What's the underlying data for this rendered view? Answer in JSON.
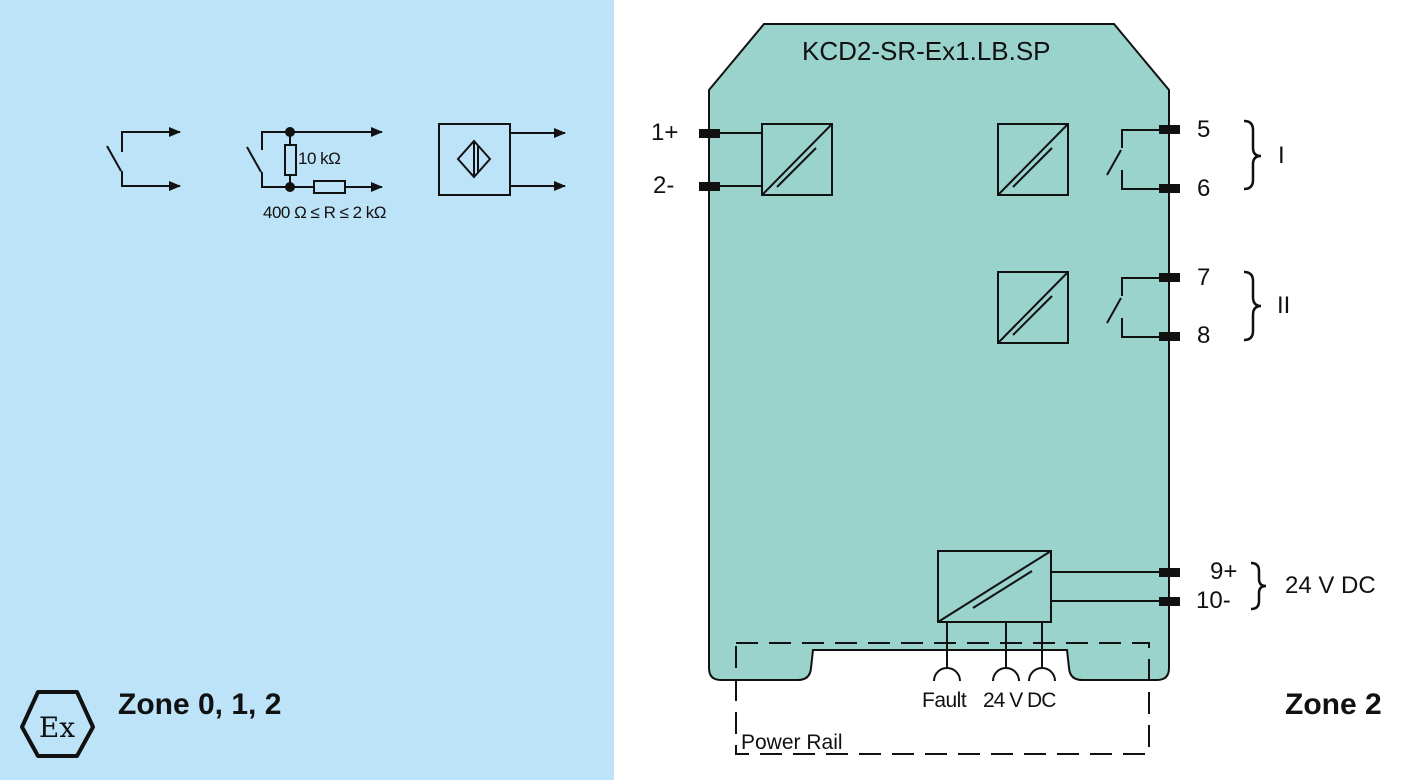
{
  "device": {
    "model": "KCD2-SR-Ex1.LB.SP"
  },
  "colors": {
    "hazardous_area": "#bde3f8",
    "device_body": "#9ad2cc",
    "line": "#111111"
  },
  "inputs": {
    "sensors": [
      {
        "name": "mechanical-contact",
        "icon": "switch-icon"
      },
      {
        "name": "contact-with-resistors",
        "icon": "switch-resistor-icon",
        "resistor_label": "10 kΩ",
        "range_label": "400 Ω ≤ R ≤ 2 kΩ"
      },
      {
        "name": "proximity-sensor",
        "icon": "inductive-sensor-icon"
      }
    ]
  },
  "terminals": {
    "input_plus": "1+",
    "input_minus": "2-",
    "t5": "5",
    "t6": "6",
    "t7": "7",
    "t8": "8",
    "t9": "9+",
    "t10": "10-"
  },
  "groups": {
    "relay_1": "I",
    "relay_2": "II",
    "supply": "24 V DC"
  },
  "power_rail": {
    "label": "Power Rail",
    "fault_label": "Fault",
    "supply_label": "24 V DC"
  },
  "zones": {
    "hazardous": "Zone 0, 1, 2",
    "safe": "Zone 2",
    "ex_symbol": "Ex"
  }
}
